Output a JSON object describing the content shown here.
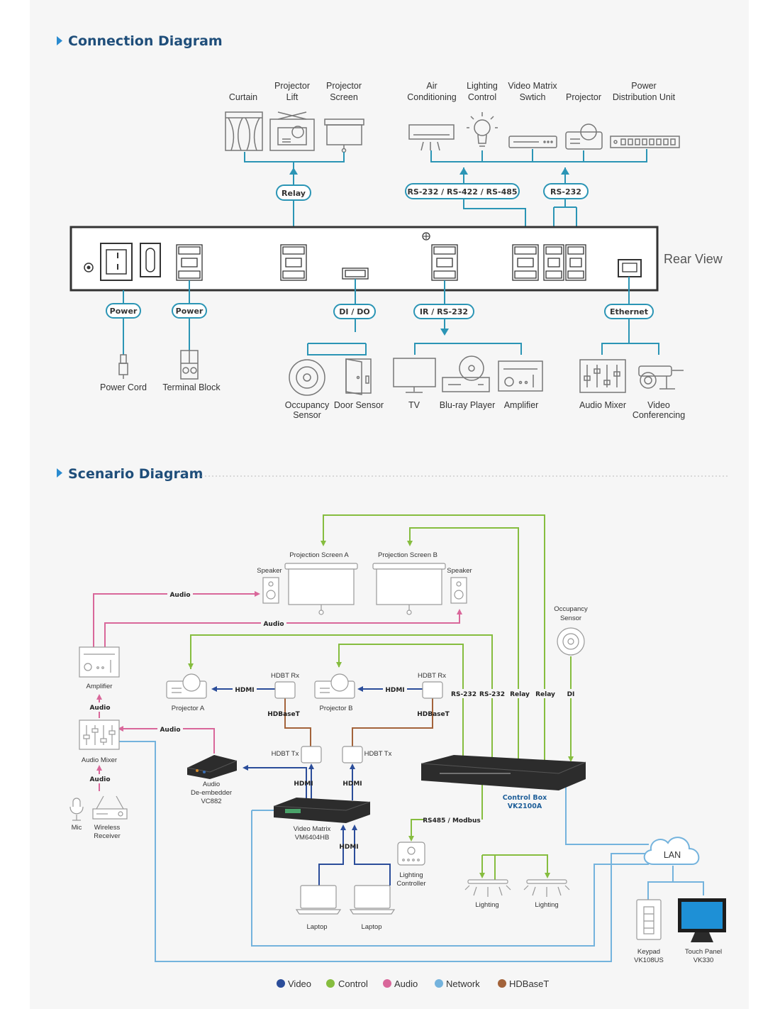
{
  "connection": {
    "title": "Connection Diagram",
    "rear_view": "Rear View",
    "top_devices": {
      "curtain": "Curtain",
      "projector_lift": [
        "Projector",
        "Lift"
      ],
      "projector_screen": [
        "Projector",
        "Screen"
      ],
      "air_conditioning": [
        "Air",
        "Conditioning"
      ],
      "lighting_control": [
        "Lighting",
        "Control"
      ],
      "video_matrix": [
        "Video Matrix",
        "Swtich"
      ],
      "projector": "Projector",
      "pdu": [
        "Power",
        "Distribution Unit"
      ]
    },
    "pills": {
      "relay": "Relay",
      "serial": "RS-232 / RS-422 / RS-485",
      "rs232": "RS-232",
      "power1": "Power",
      "power2": "Power",
      "dido": "DI / DO",
      "ir": "IR / RS-232",
      "ethernet": "Ethernet"
    },
    "bottom_devices": {
      "power_cord": "Power Cord",
      "terminal_block": "Terminal Block",
      "occupancy": [
        "Occupancy",
        "Sensor"
      ],
      "door_sensor": "Door Sensor",
      "tv": "TV",
      "bluray": "Blu-ray Player",
      "amplifier": "Amplifier",
      "audio_mixer": "Audio Mixer",
      "video_conf": [
        "Video",
        "Conferencing"
      ]
    }
  },
  "scenario": {
    "title": "Scenario Diagram",
    "devices": {
      "screen_a": "Projection Screen A",
      "screen_b": "Projection Screen B",
      "speaker_l": "Speaker",
      "speaker_r": "Speaker",
      "occupancy": [
        "Occupancy",
        "Sensor"
      ],
      "amplifier": "Amplifier",
      "projector_a": "Projector A",
      "projector_b": "Projector B",
      "hdbt_rx_a": "HDBT Rx",
      "hdbt_rx_b": "HDBT Rx",
      "hdbt_tx_a": "HDBT Tx",
      "hdbt_tx_b": "HDBT Tx",
      "audio_mixer": "Audio Mixer",
      "de_embedder": [
        "Audio",
        "De-embedder",
        "VC882"
      ],
      "mic": "Mic",
      "wireless": [
        "Wireless",
        "Receiver"
      ],
      "video_matrix": [
        "Video Matrix",
        "VM6404HB"
      ],
      "control_box": [
        "Control Box",
        "VK2100A"
      ],
      "lighting_ctrl": [
        "Lighting",
        "Controller"
      ],
      "lighting1": "Lighting",
      "lighting2": "Lighting",
      "laptop1": "Laptop",
      "laptop2": "Laptop",
      "lan": "LAN",
      "keypad": [
        "Keypad",
        "VK108US"
      ],
      "touch_panel": [
        "Touch Panel",
        "VK330"
      ]
    },
    "links": {
      "audio1": "Audio",
      "audio2": "Audio",
      "audio3": "Audio",
      "audio4": "Audio",
      "audio5": "Audio",
      "hdmi_a": "HDMI",
      "hdmi_b": "HDMI",
      "hdbaset_a": "HDBaseT",
      "hdbaset_b": "HDBaseT",
      "hdmi_tx_a": "HDMI",
      "hdmi_tx_b": "HDMI",
      "hdmi_in": "HDMI",
      "rs232_a": "RS-232",
      "rs232_b": "RS-232",
      "relay_a": "Relay",
      "relay_b": "Relay",
      "di": "DI",
      "rs485": "RS485 / Modbus"
    },
    "legend": [
      {
        "label": "Video",
        "color": "#2b4d9a"
      },
      {
        "label": "Control",
        "color": "#86bd3f"
      },
      {
        "label": "Audio",
        "color": "#d9679a"
      },
      {
        "label": "Network",
        "color": "#74b3dd"
      },
      {
        "label": "HDBaseT",
        "color": "#a3633a"
      }
    ]
  }
}
